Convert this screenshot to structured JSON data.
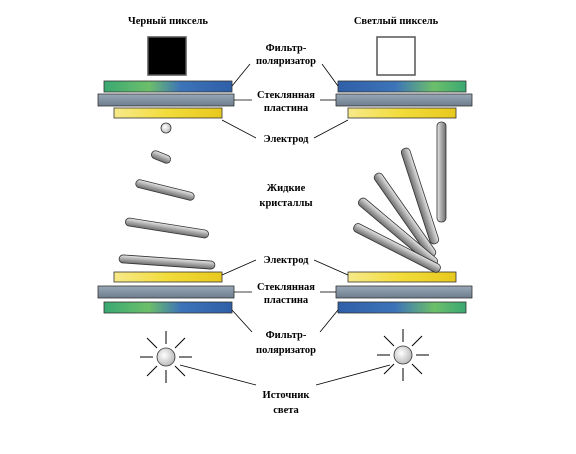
{
  "headings": {
    "left": "Черный пиксель",
    "right": "Светлый пиксель"
  },
  "labels": {
    "polarizer_top": [
      "Фильтр-",
      "поляризатор"
    ],
    "glass_top": [
      "Стеклянная",
      "пластина"
    ],
    "electrode_top": "Электрод",
    "liquid_crystals": [
      "Жидкие",
      "кристаллы"
    ],
    "electrode_bottom": "Электрод",
    "glass_bottom": [
      "Стеклянная",
      "пластина"
    ],
    "polarizer_bottom": [
      "Фильтр-",
      "поляризатор"
    ],
    "light_source": [
      "Источник",
      "света"
    ]
  },
  "colors": {
    "black_pixel": "#000000",
    "light_pixel": "#ffffff",
    "glass": "#7f8fa0",
    "electrode": "#f2dc3a",
    "crystal": "#a8a8a8",
    "polarizer_blue": "#3d74b8",
    "polarizer_green": "#3aa873"
  }
}
